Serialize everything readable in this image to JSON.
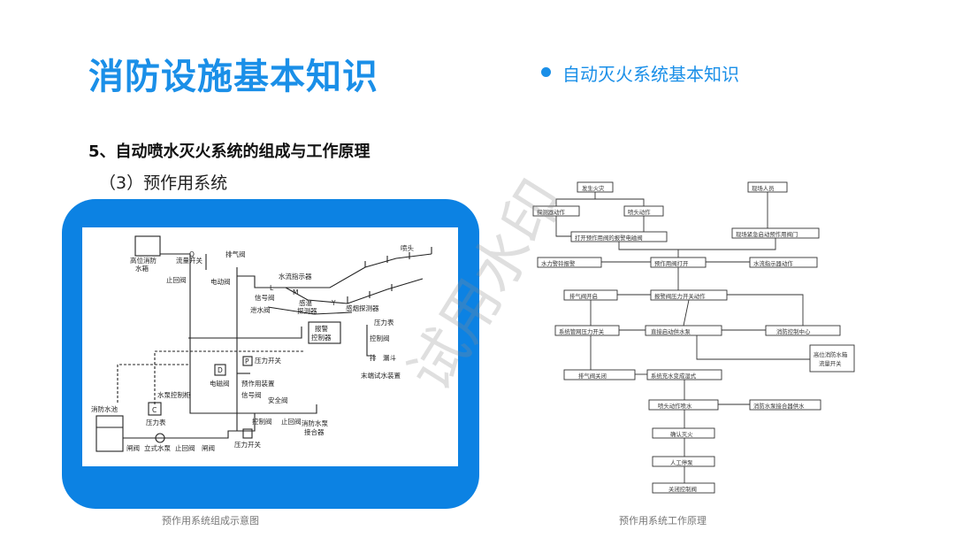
{
  "slide": {
    "title": "消防设施基本知识",
    "section": "自动灭火系统基本知识",
    "subtitle": "5、自动喷水灭火系统的组成与工作原理",
    "subsubtitle": "（3）预作用系统",
    "left_caption": "预作用系统组成示意图",
    "right_caption": "预作用系统工作原理",
    "watermark": "试用水印"
  },
  "composition_diagram": {
    "labels": {
      "high_tank": "高位消防",
      "high_tank2": "水箱",
      "flow_switch": "流量开关",
      "check_valve_top": "止回阀",
      "exhaust_valve": "排气阀",
      "electric_valve": "电动阀",
      "water_flow_indicator": "水流指示器",
      "signal_valve": "信号阀",
      "drain_valve": "泄水阀",
      "sensing_detector": "感温",
      "sensing_detector2": "探测器",
      "smoke_detector": "感烟探测器",
      "sprinkler": "喷头",
      "alarm_controller": "报警",
      "alarm_controller2": "控制器",
      "control_valve_r": "控制阀",
      "pressure_gauge_r": "压力表",
      "drain_r": "排",
      "drain_r2": "漏斗",
      "end_test": "末端试水装置",
      "pressure_switch_mid": "压力开关",
      "solenoid_valve": "电磁阀",
      "preaction_device": "预作用装置",
      "signal_valve_low": "信号阀",
      "safety_valve": "安全阀",
      "pump_cabinet": "水泵控制柜",
      "pressure_gauge": "压力表",
      "control_valve": "控制阀",
      "check_valve": "止回阀",
      "pump_adapter": "消防水泵",
      "pump_adapter2": "接合器",
      "pressure_switch_low": "压力开关",
      "fire_pool": "消防水池",
      "gate_valve1": "闸阀",
      "vertical_pump": "立式水泵",
      "check_valve_low": "止回阀",
      "gate_valve2": "闸阀",
      "mark_c": "C",
      "mark_d": "D",
      "mark_p": "P",
      "mark_l": "L",
      "mark_q": "Q",
      "mark_y": "Y",
      "mark_m": "M"
    }
  },
  "flowchart": {
    "nodes": {
      "fire": "发生火灾",
      "staff": "现场人员",
      "detector_act": "探测器动作",
      "sprinkler_act": "喷头动作",
      "open_valve": "打开预作用阀的报警电磁阀",
      "manual_open": "现场紧急启动预作用阀门",
      "bell": "水力警铃报警",
      "valve_open": "预作用阀打开",
      "flow_ind": "水流指示器动作",
      "exhaust_open": "排气阀开启",
      "alarm_switch": "报警阀压力开关动作",
      "sys_switch": "系统管网压力开关",
      "pump_start": "直接启动供水泵",
      "fire_center": "消防控制中心",
      "tank_switch": "高位消防水箱",
      "tank_switch2": "流量开关",
      "exhaust_close": "排气阀关闭",
      "wet_system": "系统充水变成湿式",
      "spray": "喷头动作喷水",
      "adapter_supply": "消防水泵接合器供水",
      "confirm": "确认灭火",
      "manual_stop": "人工停泵",
      "close_valve": "关闭控制阀"
    }
  }
}
